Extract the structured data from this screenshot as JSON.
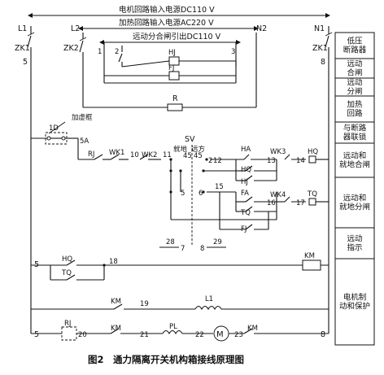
{
  "supplies": {
    "motor_supply": "电机回路输入电源DC110 V",
    "heater_supply": "加热回路输入电源AC220 V",
    "remote_lead": "远动分合闸引出DC110 V"
  },
  "nodes": {
    "L1": "L1",
    "L2": "L2",
    "N2": "N2",
    "N1": "N1",
    "ZK1_left": "ZK1",
    "ZK2": "ZK2",
    "ZK1_right": "ZK1",
    "n5_top": "5",
    "n8_top": "8",
    "n1": "1",
    "n2": "2",
    "n3": "3"
  },
  "heater": {
    "HJ": "HJ",
    "FJ": "FJ",
    "R": "R",
    "frame_label": "加虚框",
    "D1": "1D",
    "n5A": "5A"
  },
  "control": {
    "RJ": "RJ",
    "WK1": "WK1",
    "n10": "10",
    "WK2": "WK2",
    "n11": "11",
    "SV": "SV",
    "sv_local": "就地",
    "sv_remote": "远方",
    "n45_a": "45",
    "n45_b": "45",
    "n2b": "2",
    "n12": "12",
    "HA": "HA",
    "WK3": "WK3",
    "n13": "13",
    "n14": "14",
    "HQ_coil": "HQ",
    "HQ_c": "HQ",
    "HJ_c": "HJ",
    "FA": "FA",
    "WK4": "WK4",
    "n5b": "5",
    "n6": "6",
    "n15": "15",
    "n16": "16",
    "n17": "17",
    "TQ_coil": "TQ",
    "TQ_c": "TQ",
    "FJ_c": "FJ",
    "n28": "28",
    "n7": "7",
    "n8b": "8",
    "n29": "29"
  },
  "motor": {
    "n5_l1": "5",
    "HQ": "HQ",
    "TQ": "TQ",
    "n18": "18",
    "KM_coil": "KM",
    "KM_r2": "KM",
    "n19": "19",
    "L1": "L1",
    "n5_l3": "5",
    "RJ": "RJ",
    "n20": "20",
    "KM_r3": "KM",
    "n21": "21",
    "PL": "PL",
    "n22": "22",
    "M": "M",
    "n23": "23",
    "KM_r3b": "KM",
    "n8_bot": "8"
  },
  "legend": {
    "items": [
      "低压\n断路器",
      "远动\n合闸",
      "远动\n分闸",
      "加热\n回路",
      "与断路\n器联锁",
      "远动和\n就地合闸",
      "远动和\n就地分闸",
      "远动\n指示",
      "电机制\n动和保护"
    ]
  },
  "caption": "图2　通力隔离开关机构箱接线原理图"
}
